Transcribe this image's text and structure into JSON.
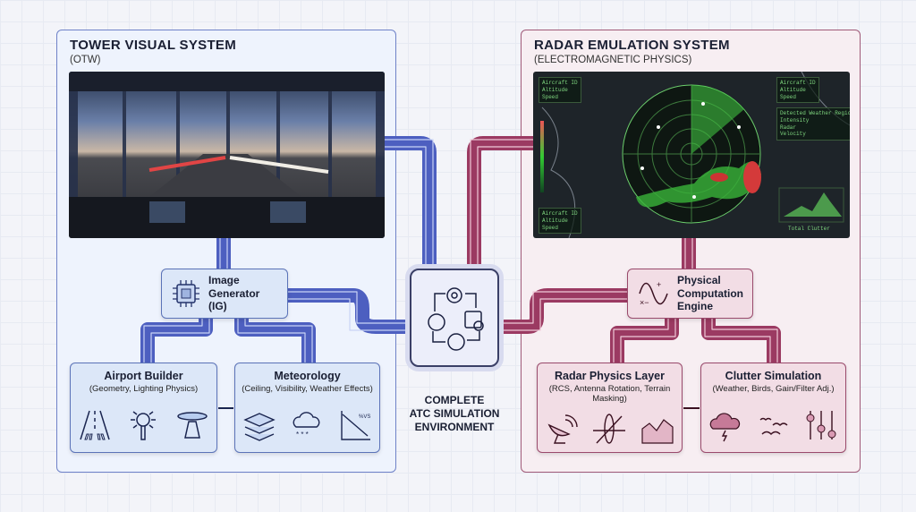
{
  "tower": {
    "title": "TOWER VISUAL SYSTEM",
    "subtitle": "(OTW)",
    "ig": {
      "label_1": "Image",
      "label_2": "Generator",
      "label_3": "(IG)"
    },
    "airport": {
      "title": "Airport Builder",
      "subtitle": "(Geometry, Lighting Physics)"
    },
    "met": {
      "title": "Meteorology",
      "subtitle": "(Ceiling, Visibility, Weather Effects)",
      "chart_label": "%VS"
    }
  },
  "radar": {
    "title": "RADAR EMULATION SYSTEM",
    "subtitle": "(ELECTROMAGNETIC PHYSICS)",
    "engine": {
      "label_1": "Physical",
      "label_2": "Computation",
      "label_3": "Engine"
    },
    "physics": {
      "title": "Radar Physics Layer",
      "subtitle": "(RCS, Antenna Rotation, Terrain Masking)"
    },
    "clutter": {
      "title": "Clutter Simulation",
      "subtitle": "(Weather, Birds, Gain/Filter Adj.)"
    },
    "screen": {
      "info_tl": "Aircraft ID\nAltitude\nSpeed",
      "info_tr": "Aircraft ID\nAltitude\nSpeed",
      "info_bl": "Aircraft ID\nAltitude\nSpeed",
      "weather_box": "Detected Weather Regions\nIntensity\nRadar\nVelocity",
      "chart_label": "Total Clutter"
    }
  },
  "center": {
    "line_1": "COMPLETE",
    "line_2": "ATC SIMULATION",
    "line_3": "ENVIRONMENT"
  },
  "colors": {
    "blue": "#4d5fc0",
    "red": "#9b3a62"
  }
}
